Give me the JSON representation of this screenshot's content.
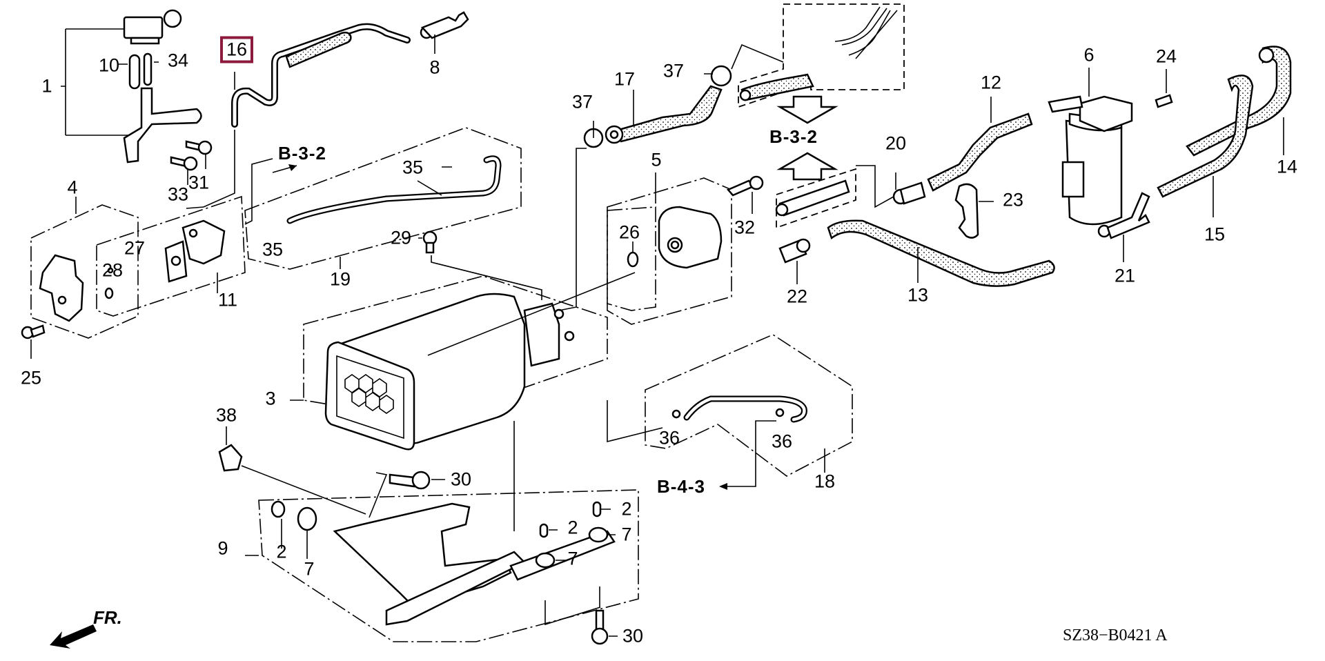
{
  "diagram": {
    "highlighted_part": "16",
    "highlight_color": "#8b1a3c",
    "drawing_code": "SZ38−B0421 A",
    "front_marker": "FR.",
    "references": {
      "ref_left": "B-3-2",
      "ref_center": "B-3-2",
      "ref_bottom": "B-4-3"
    },
    "part_labels": {
      "p1": "1",
      "p2a": "2",
      "p2b": "2",
      "p2c": "2",
      "p3": "3",
      "p4": "4",
      "p5": "5",
      "p6": "6",
      "p7a": "7",
      "p7b": "7",
      "p7c": "7",
      "p8": "8",
      "p9": "9",
      "p10": "10",
      "p11": "11",
      "p12": "12",
      "p13": "13",
      "p14": "14",
      "p15": "15",
      "p16": "16",
      "p17": "17",
      "p18": "18",
      "p19": "19",
      "p20": "20",
      "p21": "21",
      "p22": "22",
      "p23": "23",
      "p24": "24",
      "p25": "25",
      "p26": "26",
      "p27": "27",
      "p28": "28",
      "p29": "29",
      "p30a": "30",
      "p30b": "30",
      "p31": "31",
      "p32": "32",
      "p33": "33",
      "p34": "34",
      "p35a": "35",
      "p35b": "35",
      "p36a": "36",
      "p36b": "36",
      "p37a": "37",
      "p37b": "37",
      "p38": "38"
    }
  }
}
